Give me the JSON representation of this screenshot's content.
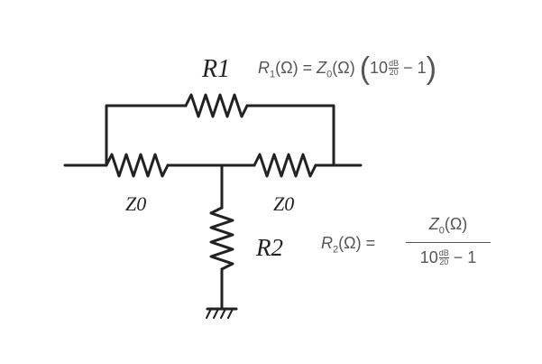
{
  "labels": {
    "r1": "R1",
    "r2": "R2",
    "z0_left": "Z0",
    "z0_right": "Z0"
  },
  "eq_r1": {
    "lhs_sym": "R",
    "lhs_sub": "1",
    "lhs_unit": "(Ω)",
    "equals": "=",
    "z_sym": "Z",
    "z_sub": "0",
    "z_unit": "(Ω)",
    "base": "10",
    "exp_num": "dB",
    "exp_den": "20",
    "minus_one": "− 1"
  },
  "eq_r2": {
    "lhs_sym": "R",
    "lhs_sub": "2",
    "lhs_unit": "(Ω)",
    "equals": "=",
    "num_sym": "Z",
    "num_sub": "0",
    "num_unit": "(Ω)",
    "base": "10",
    "exp_num": "dB",
    "exp_den": "20",
    "minus_one": "− 1"
  }
}
